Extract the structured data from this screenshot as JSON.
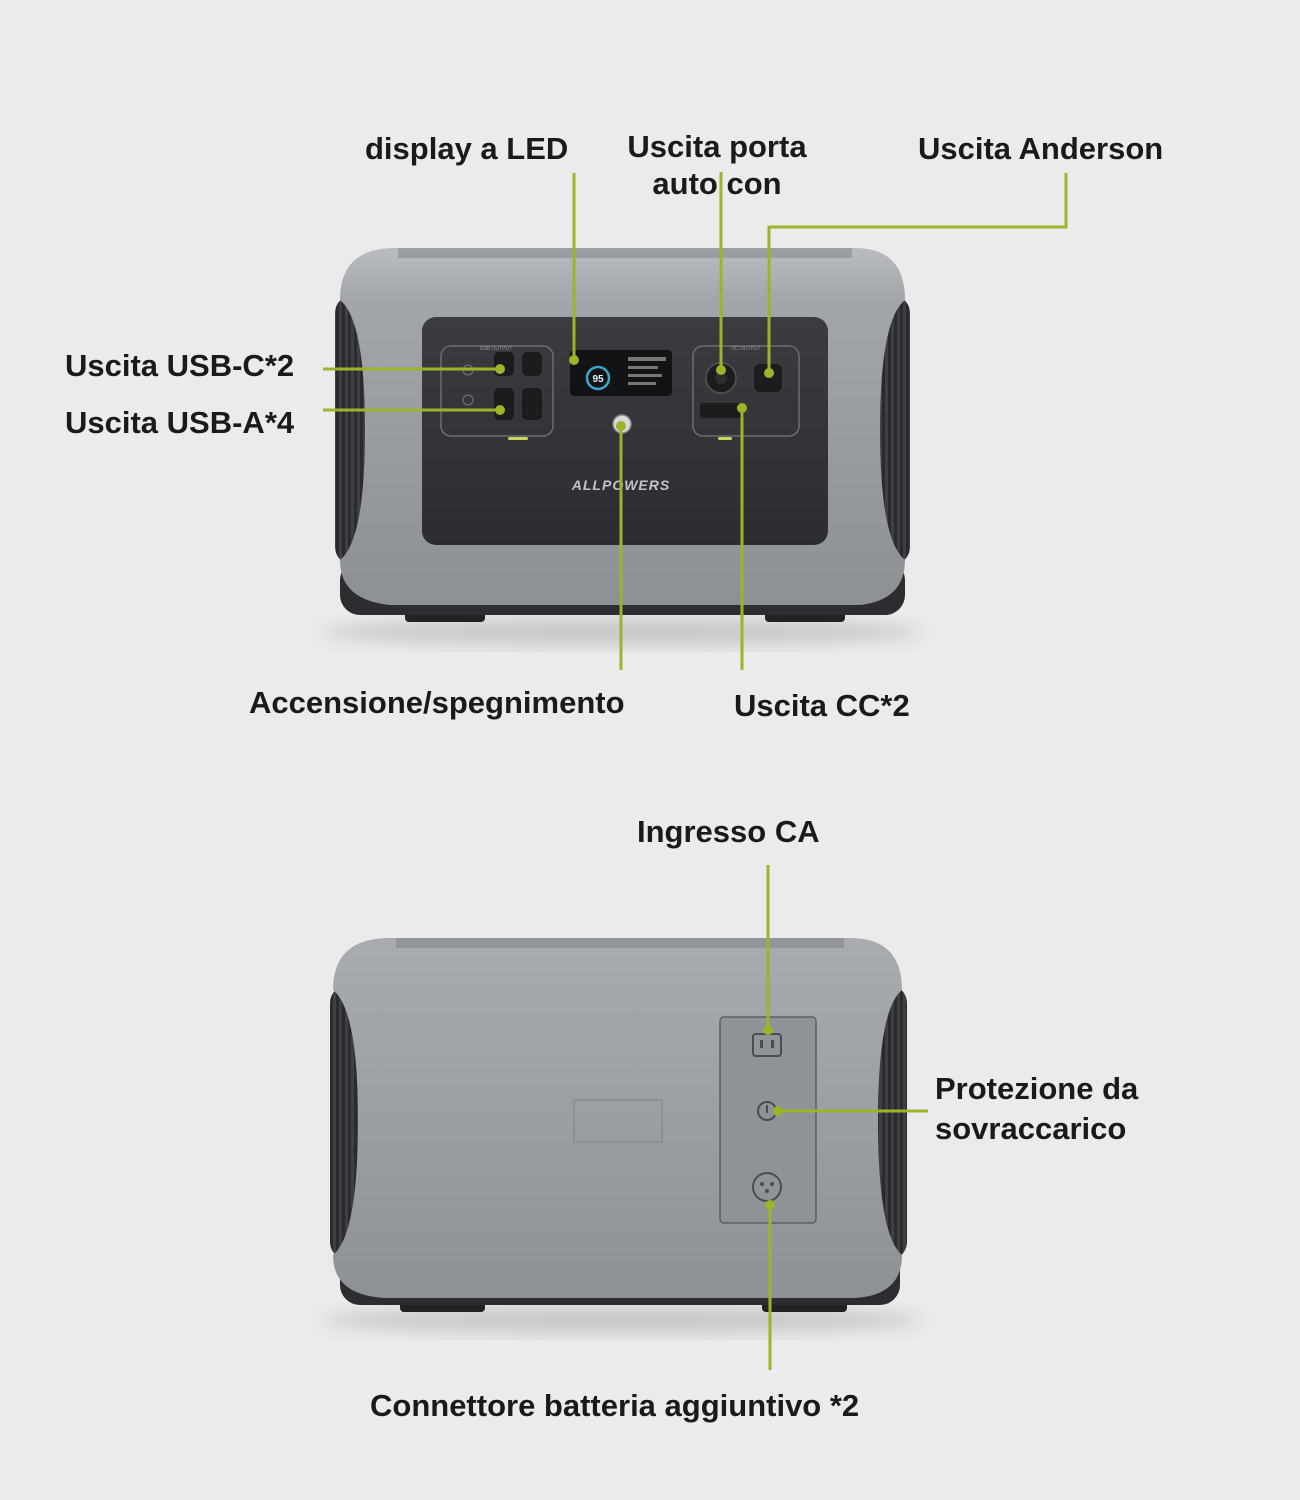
{
  "front": {
    "labels": {
      "led_display": "display a LED",
      "car_port": "Uscita porta auto con",
      "anderson": "Uscita Anderson",
      "usb_c": "Uscita USB-C*2",
      "usb_a": "Uscita USB-A*4",
      "power": "Accensione/spegnimento",
      "dc_out": "Uscita CC*2"
    },
    "device": {
      "brand": "ALLPOWERS",
      "battery_percent": "95",
      "usb_panel_title": "USB OUTPUT",
      "dc_panel_title": "DC OUTPUT"
    }
  },
  "back": {
    "labels": {
      "ac_input": "Ingresso CA",
      "overload_line1": "Protezione da",
      "overload_line2": "sovraccarico",
      "battery_connector": "Connettore batteria aggiuntivo *2"
    }
  },
  "colors": {
    "leader_line": "#9bb52a",
    "background": "#ebebeb",
    "body_light": "#9a9ea3",
    "body_dark": "#5f6266",
    "panel": "#2f3134"
  }
}
